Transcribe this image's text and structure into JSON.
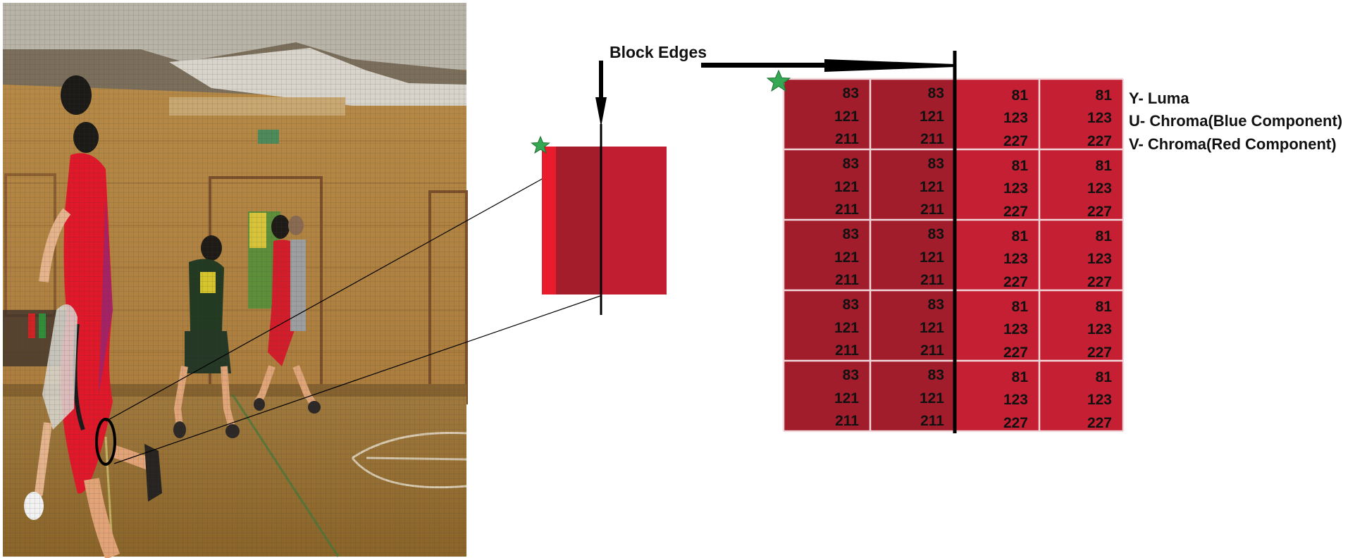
{
  "annotations": {
    "block_edges_label": "Block Edges"
  },
  "legend": {
    "y": "Y- Luma",
    "u": "U- Chroma(Blue Component)",
    "v": "V- Chroma(Red Component)"
  },
  "pixel_grid": {
    "rows": 5,
    "left_block_values": [
      "83",
      "121",
      "211"
    ],
    "right_block_values": [
      "81",
      "123",
      "227"
    ],
    "left_block_color": "#a21d2c",
    "right_block_color": "#c41f33"
  },
  "zoom_block": {
    "left_color": "#e81c2c",
    "mid_color": "#a31d2b",
    "right_color": "#c11f31"
  },
  "photo": {
    "highlight_region": "ellipse on player jersey"
  },
  "colors": {
    "star": "#34a853",
    "edge_line": "#000000",
    "grid_line": "#f2d7da"
  }
}
